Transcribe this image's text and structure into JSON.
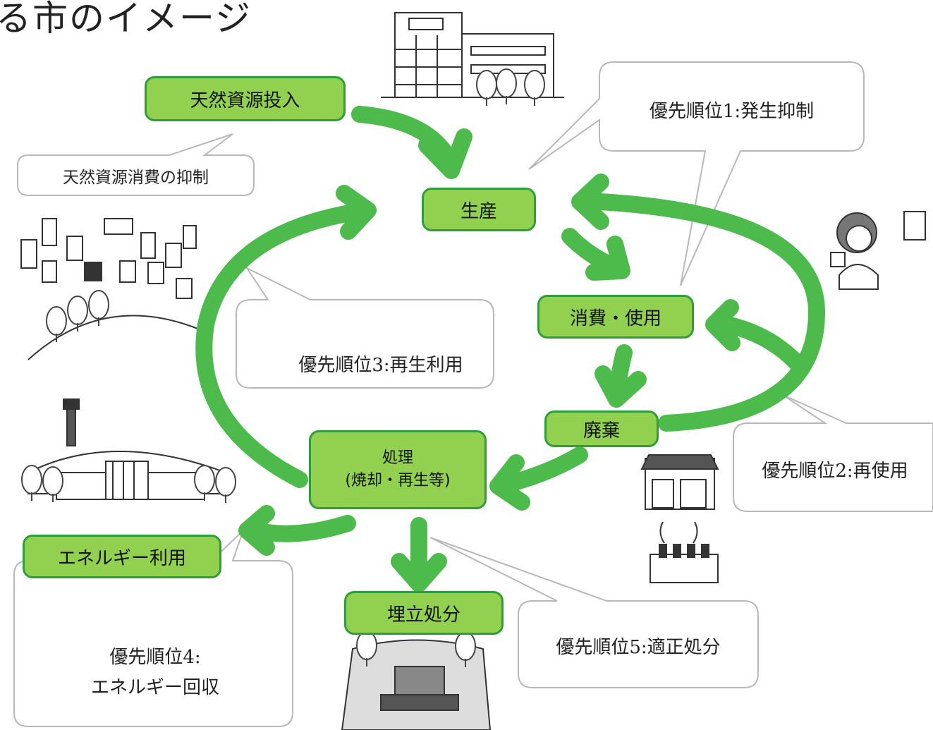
{
  "title": "る市のイメージ",
  "colors": {
    "arrow": "#4cbb4c",
    "node_fill": "#92d050",
    "node_border": "#2e9e3a"
  },
  "nodes": {
    "input": "天然資源投入",
    "production": "生産",
    "consumption": "消費・使用",
    "disposal": "廃棄",
    "treatment_line1": "処理",
    "treatment_line2": "(焼却・再生等)",
    "energy": "エネルギー利用",
    "landfill": "埋立処分"
  },
  "callouts": {
    "resource_control": "天然資源消費の抑制",
    "priority1": "優先順位1:発生抑制",
    "priority2": "優先順位2:再使用",
    "priority3": "優先順位3:再生利用",
    "priority4_line1": "優先順位4:",
    "priority4_line2": "エネルギー回収",
    "priority5": "優先順位5:適正処分"
  }
}
